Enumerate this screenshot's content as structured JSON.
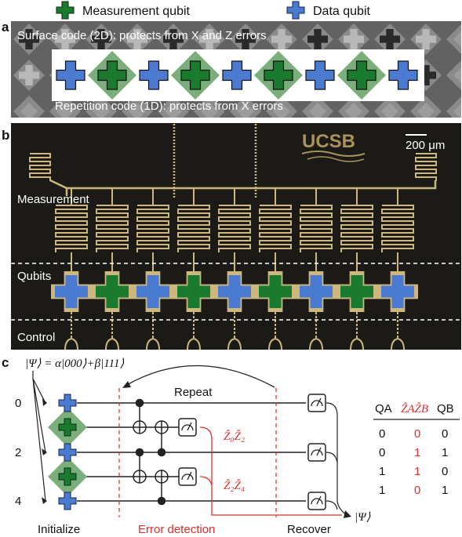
{
  "colors": {
    "measurement": "#1a7a2e",
    "data": "#4a7bd0",
    "error": "#d9302c",
    "lattice": "#5a5a5a",
    "chip": "#1b1a17",
    "trace": "#cdb77d"
  },
  "legend": {
    "measurement_label": "Measurement qubit",
    "data_label": "Data qubit"
  },
  "panel_a": {
    "label": "a",
    "surface_text": "Surface code (2D): protects from X and Z errors",
    "repetition_text": "Repetition code (1D): protects from X errors",
    "chain": [
      "data",
      "measurement",
      "data",
      "measurement",
      "data",
      "measurement",
      "data",
      "measurement",
      "data"
    ]
  },
  "panel_b": {
    "label": "b",
    "logo": "UCSB",
    "scale_bar": "200 μm",
    "measurement_label": "Measurement",
    "qubits_label": "Qubits",
    "control_label": "Control",
    "qubits": [
      "data",
      "measurement",
      "data",
      "measurement",
      "data",
      "measurement",
      "data",
      "measurement",
      "data"
    ]
  },
  "panel_c": {
    "label": "c",
    "state": "|Ψ⟩ = α|000⟩+β|111⟩",
    "repeat": "Repeat",
    "qubit_numbers": [
      "0",
      "2",
      "4"
    ],
    "parity_top": "Ẑ₀Ẑ₂",
    "parity_bottom": "Ẑ₂Ẑ₄",
    "output_state": "|Ψ⟩",
    "initialize": "Initialize",
    "error_detection": "Error detection",
    "recover": "Recover",
    "table": {
      "headers": [
        "QA",
        "ẐAẐB",
        "QB"
      ],
      "rows": [
        [
          "0",
          "0",
          "0"
        ],
        [
          "0",
          "1",
          "1"
        ],
        [
          "1",
          "1",
          "0"
        ],
        [
          "1",
          "0",
          "1"
        ]
      ]
    }
  }
}
